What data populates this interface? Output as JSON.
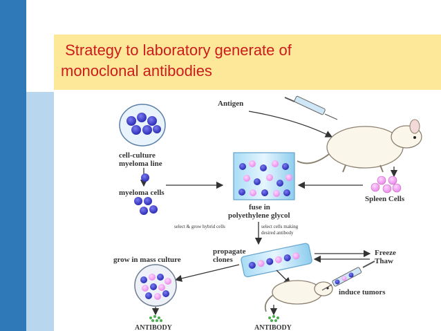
{
  "slide": {
    "title_line1": " Strategy to laboratory generate of",
    "title_line2": "monoclonal antibodies"
  },
  "diagram": {
    "antigen": "Antigen",
    "cell_culture_line1": "cell-culture",
    "cell_culture_line2": "myeloma line",
    "myeloma_cells": "myeloma cells",
    "spleen_cells": "Spleen Cells",
    "fuse_line1": "fuse in",
    "fuse_line2": "polyethylene glycol",
    "select_grow": "select & grow hybrid cells",
    "select_cells_line1": "select cells making",
    "select_cells_line2": "desired antibody",
    "propagate_line1": "propagate",
    "propagate_line2": "clones",
    "grow_mass": "grow in mass culture",
    "freeze": "Freeze",
    "thaw": "Thaw",
    "induce_tumors": "induce tumors",
    "antibody_left": "ANTIBODY",
    "antibody_right": "ANTIBODY"
  }
}
